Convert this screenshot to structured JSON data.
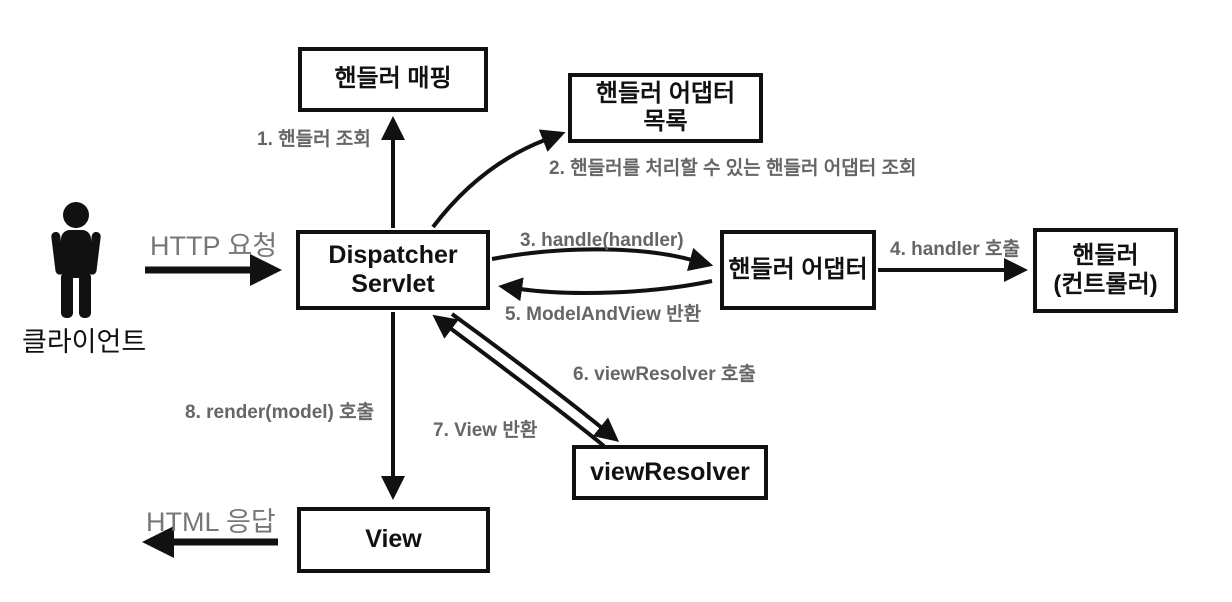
{
  "client": {
    "label": "클라이언트",
    "request_label": "HTTP 요청",
    "response_label": "HTML 응답"
  },
  "boxes": {
    "handler_mapping": {
      "label": "핸들러 매핑"
    },
    "handler_adapter_list": {
      "line1": "핸들러 어댑터",
      "line2": "목록"
    },
    "dispatcher_servlet": {
      "line1": "Dispatcher",
      "line2": "Servlet"
    },
    "handler_adapter": {
      "label": "핸들러 어댑터"
    },
    "handler": {
      "line1": "핸들러",
      "line2": "(컨트롤러)"
    },
    "view_resolver": {
      "label": "viewResolver"
    },
    "view": {
      "label": "View"
    }
  },
  "steps": {
    "s1": "1. 핸들러 조회",
    "s2": "2. 핸들러를 처리할 수 있는 핸들러 어댑터 조회",
    "s3": "3. handle(handler)",
    "s4": "4. handler 호출",
    "s5": "5. ModelAndView 반환",
    "s6": "6. viewResolver 호출",
    "s7": "7. View 반환",
    "s8": "8. render(model) 호출"
  },
  "colors": {
    "line": "#111111",
    "step_label": "#666666",
    "flow_label": "#777777",
    "background": "#ffffff"
  }
}
